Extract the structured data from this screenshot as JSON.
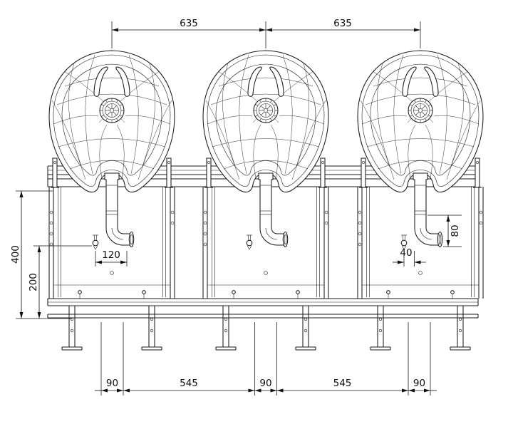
{
  "meta": {
    "background": "#ffffff",
    "ink": "#1a1a1a",
    "drawing_type": "washbasin installation drawing, 3 basin units with frame and dimensions"
  },
  "dimensions": {
    "top": [
      "635",
      "635"
    ],
    "left_outer": "400",
    "left_inner": "200",
    "basin1_offset": "120",
    "basin3_offset": "40",
    "basin3_drop": "80",
    "bottom": [
      "90",
      "545",
      "90",
      "545",
      "90"
    ]
  }
}
